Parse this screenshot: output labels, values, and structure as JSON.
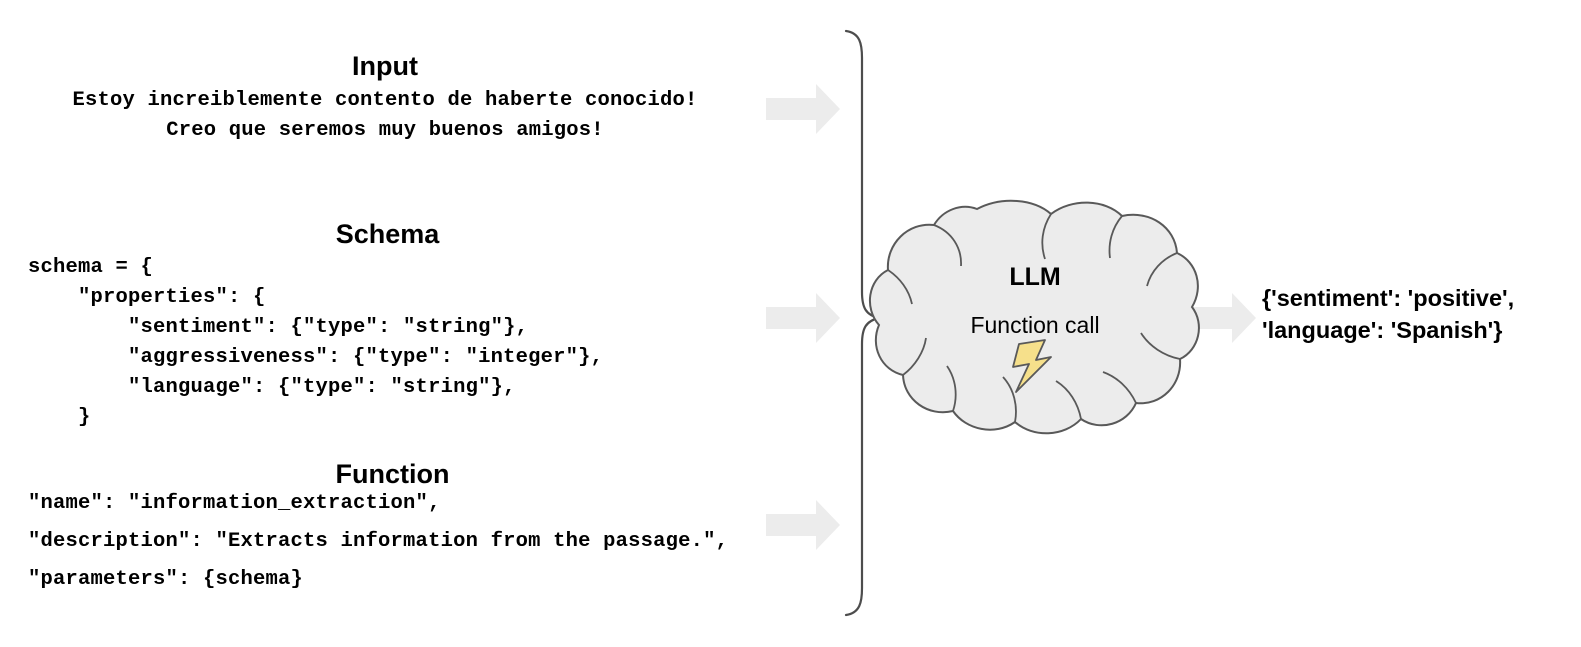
{
  "diagram": {
    "title": "LLM function-call extraction pipeline",
    "background_color": "#ffffff",
    "accent_colors": {
      "arrow_fill": "#ececec",
      "cloud_fill": "#ececec",
      "cloud_stroke": "#595959",
      "bolt_fill": "#f6e08b",
      "bolt_stroke": "#595959",
      "brace_stroke": "#4d4d4d",
      "text": "#000000"
    }
  },
  "input": {
    "heading": "Input",
    "line1": "Estoy increiblemente contento de haberte conocido!",
    "line2": "Creo que seremos muy buenos amigos!"
  },
  "schema": {
    "heading": "Schema",
    "code": "schema = {\n    \"properties\": {\n        \"sentiment\": {\"type\": \"string\"},\n        \"aggressiveness\": {\"type\": \"integer\"},\n        \"language\": {\"type\": \"string\"},\n    }"
  },
  "function": {
    "heading": "Function",
    "lines": [
      "\"name\": \"information_extraction\",",
      "\"description\": \"Extracts information from the passage.\",",
      "\"parameters\": {schema}"
    ]
  },
  "llm": {
    "title": "LLM",
    "subtitle": "Function call",
    "icon": "lightning-bolt-icon"
  },
  "output": {
    "text": "{'sentiment': 'positive',\n'language': 'Spanish'}"
  },
  "arrows": {
    "input_arrow": "arrow-right-icon",
    "schema_arrow": "arrow-right-icon",
    "function_arrow": "arrow-right-icon",
    "output_arrow": "arrow-right-icon"
  },
  "brace": {
    "name": "grouping-brace"
  }
}
